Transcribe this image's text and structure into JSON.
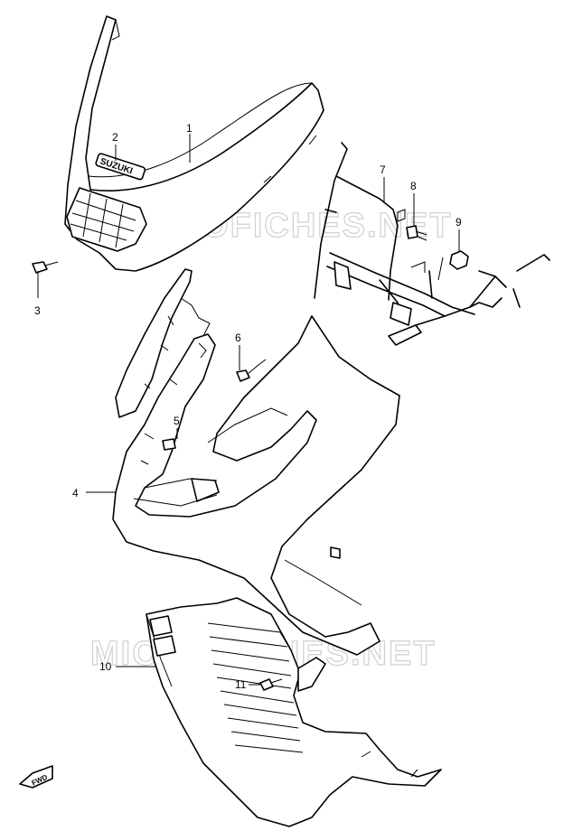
{
  "watermark": "MICROFICHES.NET",
  "brand_logo": "SUZUKI",
  "direction_label": "FWD",
  "parts": [
    {
      "id": "part-1",
      "number": "1"
    },
    {
      "id": "part-2",
      "number": "2"
    },
    {
      "id": "part-3",
      "number": "3"
    },
    {
      "id": "part-4",
      "number": "4"
    },
    {
      "id": "part-5",
      "number": "5"
    },
    {
      "id": "part-6",
      "number": "6"
    },
    {
      "id": "part-7",
      "number": "7"
    },
    {
      "id": "part-8",
      "number": "8"
    },
    {
      "id": "part-9",
      "number": "9"
    },
    {
      "id": "part-10",
      "number": "10"
    },
    {
      "id": "part-11",
      "number": "11"
    }
  ]
}
